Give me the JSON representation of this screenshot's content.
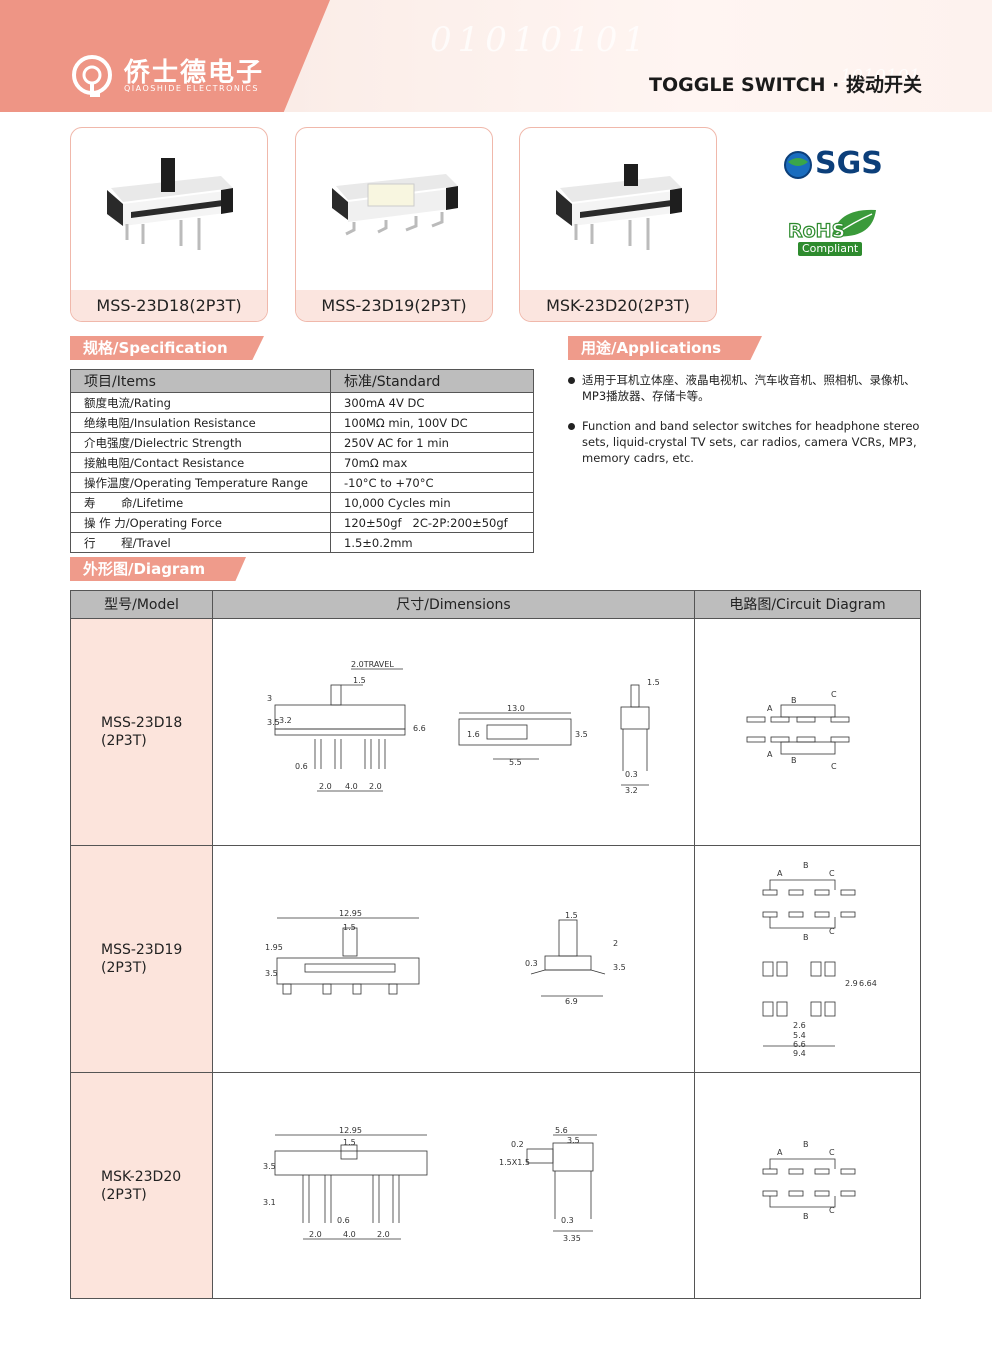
{
  "header": {
    "brand_cn": "侨士德电子",
    "brand_en": "QIAOSHIDE ELECTRONICS",
    "binary_deco_1": "01010101",
    "binary_deco_2": "1010101",
    "title": "TOGGLE SWITCH · 拨动开关"
  },
  "products": [
    {
      "label": "MSS-23D18(2P3T)"
    },
    {
      "label": "MSS-23D19(2P3T)"
    },
    {
      "label": "MSK-23D20(2P3T)"
    }
  ],
  "certs": {
    "sgs": "SGS",
    "rohs": "RoHS",
    "rohs_sub": "Compliant"
  },
  "sections": {
    "spec": "规格/Specification",
    "apps": "用途/Applications",
    "diagram": "外形图/Diagram"
  },
  "spec_table": {
    "headers": [
      "项目/Items",
      "标准/Standard"
    ],
    "rows": [
      [
        "额度电流/Rating",
        "300mA  4V DC"
      ],
      [
        "绝缘电阻/Insulation Resistance",
        "100MΩ min, 100V DC"
      ],
      [
        "介电强度/Dielectric Strength",
        "250V AC for 1 min"
      ],
      [
        "接触电阻/Contact Resistance",
        "70mΩ max"
      ],
      [
        "操作温度/Operating Temperature Range",
        "-10°C to +70°C"
      ],
      [
        "寿       命/Lifetime",
        "10,000 Cycles min"
      ],
      [
        "操 作 力/Operating Force",
        "120±50gf   2C-2P:200±50gf"
      ],
      [
        "行       程/Travel",
        "1.5±0.2mm"
      ]
    ]
  },
  "applications": [
    "适用于耳机立体座、液晶电视机、汽车收音机、照相机、录像机、MP3播放器、存储卡等。",
    "Function and band selector switches for headphone stereo sets, liquid-crystal TV sets, car radios, camera VCRs, MP3, memory cadrs, etc."
  ],
  "diagram_table": {
    "headers": [
      "型号/Model",
      "尺寸/Dimensions",
      "电路图/Circuit Diagram"
    ],
    "rows": [
      {
        "model": "MSS-23D18",
        "sub": "(2P3T)"
      },
      {
        "model": "MSS-23D19",
        "sub": "(2P3T)"
      },
      {
        "model": "MSK-23D20",
        "sub": "(2P3T)"
      }
    ],
    "dims": {
      "r1": [
        "2.0TRAVEL",
        "1.5",
        "3",
        "3.5",
        "3.2",
        "6.6",
        "0.6",
        "2.0",
        "4.0",
        "2.0",
        "13.0",
        "1.6",
        "5.5",
        "3.5",
        "1.5",
        "0.3",
        "3.2"
      ],
      "r2": [
        "12.95",
        "1.5",
        "1.95",
        "3.5",
        "1.5",
        "2",
        "0.3",
        "3.5",
        "6.9",
        "2.6",
        "5.4",
        "6.6",
        "9.4",
        "2.9",
        "6.64"
      ],
      "r3": [
        "12.95",
        "1.5",
        "3.5",
        "3.1",
        "0.6",
        "2.0",
        "4.0",
        "2.0",
        "5.6",
        "3.5",
        "0.2",
        "1.5X1.5",
        "0.3",
        "3.35"
      ]
    },
    "circuit_labels": [
      "A",
      "B",
      "C"
    ]
  }
}
